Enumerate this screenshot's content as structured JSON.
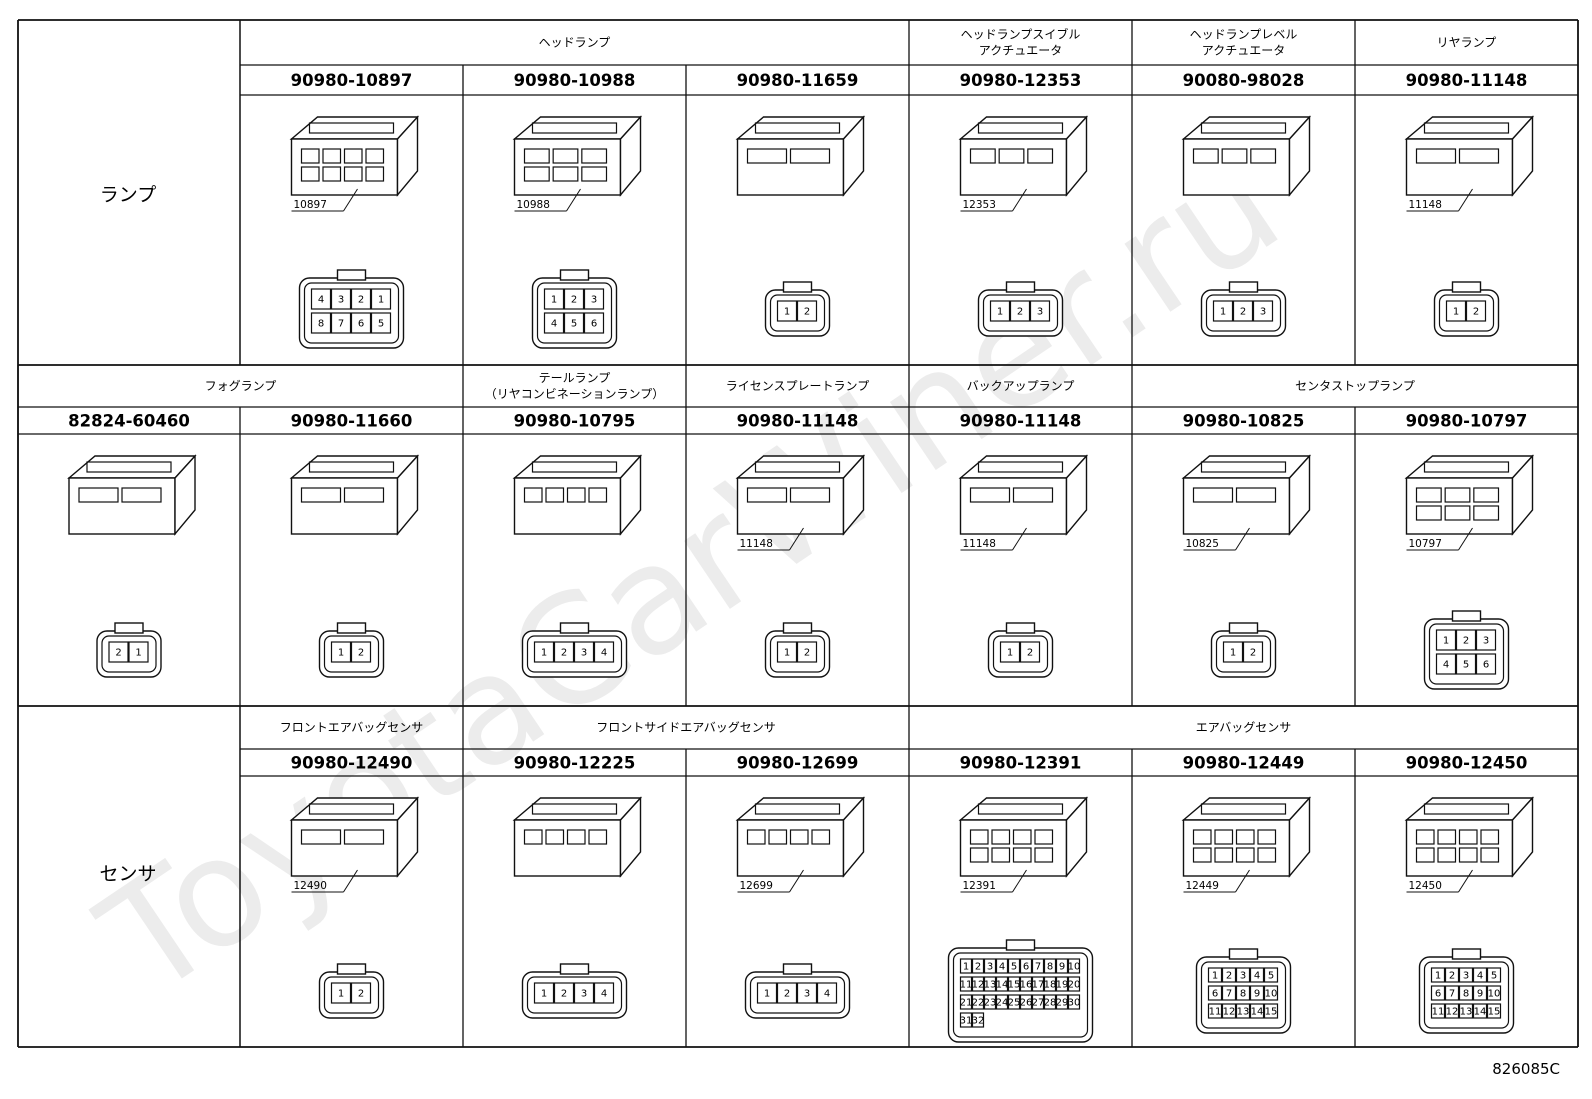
{
  "watermark": "ToyotaCarWiner.ru",
  "document_id": "826085C",
  "categories": [
    "ランプ",
    "センサ"
  ],
  "rows": [
    {
      "groups": [
        {
          "label": [
            "ヘッドランプ"
          ]
        },
        {
          "label": [
            "ヘッドランプスイブル",
            "アクチュエータ"
          ]
        },
        {
          "label": [
            "ヘッドランプレベル",
            "アクチュエータ"
          ]
        },
        {
          "label": [
            "リヤランプ"
          ]
        }
      ],
      "cells": [
        {
          "part": "90980-10897",
          "callout": "10897",
          "pins": [
            "4",
            "3",
            "2",
            "1",
            "8",
            "7",
            "6",
            "5"
          ]
        },
        {
          "part": "90980-10988",
          "callout": "10988",
          "pins": [
            "1",
            "2",
            "3",
            "4",
            "5",
            "6"
          ]
        },
        {
          "part": "90980-11659",
          "callout": "",
          "pins": [
            "1",
            "2"
          ]
        },
        {
          "part": "90980-12353",
          "callout": "12353",
          "pins": [
            "1",
            "2",
            "3"
          ]
        },
        {
          "part": "90080-98028",
          "callout": "",
          "pins": [
            "1",
            "2",
            "3"
          ]
        },
        {
          "part": "90980-11148",
          "callout": "11148",
          "pins": [
            "1",
            "2"
          ]
        }
      ]
    },
    {
      "groups": [
        {
          "label": [
            "フォグランプ"
          ]
        },
        {
          "label": [
            "テールランプ",
            "（リヤコンビネーションランプ）"
          ]
        },
        {
          "label": [
            "ライセンスプレートランプ"
          ]
        },
        {
          "label": [
            "バックアップランプ"
          ]
        },
        {
          "label": [
            "センタストップランプ"
          ]
        }
      ],
      "cells": [
        {
          "part": "82824-60460",
          "callout": "",
          "pins": [
            "2",
            "1"
          ]
        },
        {
          "part": "90980-11660",
          "callout": "",
          "pins": [
            "1",
            "2"
          ]
        },
        {
          "part": "90980-10795",
          "callout": "",
          "pins": [
            "1",
            "2",
            "3",
            "4"
          ]
        },
        {
          "part": "90980-11148",
          "callout": "11148",
          "pins": [
            "1",
            "2"
          ]
        },
        {
          "part": "90980-11148",
          "callout": "11148",
          "pins": [
            "1",
            "2"
          ]
        },
        {
          "part": "90980-10825",
          "callout": "10825",
          "pins": [
            "1",
            "2"
          ]
        },
        {
          "part": "90980-10797",
          "callout": "10797",
          "pins": [
            "1",
            "2",
            "3",
            "4",
            "5",
            "6"
          ]
        }
      ]
    },
    {
      "groups": [
        {
          "label": [
            "フロントエアバッグセンサ"
          ]
        },
        {
          "label": [
            "フロントサイドエアバッグセンサ"
          ]
        },
        {
          "label": [
            "エアバッグセンサ"
          ]
        }
      ],
      "cells": [
        {
          "part": "90980-12490",
          "callout": "12490",
          "pins": [
            "1",
            "2"
          ]
        },
        {
          "part": "90980-12225",
          "callout": "",
          "pins": [
            "1",
            "2",
            "3",
            "4"
          ]
        },
        {
          "part": "90980-12699",
          "callout": "12699",
          "pins": [
            "1",
            "2",
            "3",
            "4"
          ]
        },
        {
          "part": "90980-12391",
          "callout": "12391",
          "pins": [
            "1",
            "2",
            "3",
            "4",
            "5",
            "6",
            "7",
            "8",
            "9",
            "10",
            "11",
            "12",
            "13",
            "14",
            "15",
            "16",
            "17",
            "18",
            "19",
            "20",
            "21",
            "22",
            "23",
            "24",
            "25",
            "26",
            "27",
            "28",
            "29",
            "30",
            "31",
            "32"
          ]
        },
        {
          "part": "90980-12449",
          "callout": "12449",
          "pins": [
            "1",
            "2",
            "3",
            "4",
            "5",
            "6",
            "7",
            "8",
            "9",
            "10",
            "11",
            "12",
            "13",
            "14",
            "15"
          ]
        },
        {
          "part": "90980-12450",
          "callout": "12450",
          "pins": [
            "1",
            "2",
            "3",
            "4",
            "5",
            "6",
            "7",
            "8",
            "9",
            "10",
            "11",
            "12",
            "13",
            "14",
            "15"
          ]
        }
      ]
    }
  ]
}
